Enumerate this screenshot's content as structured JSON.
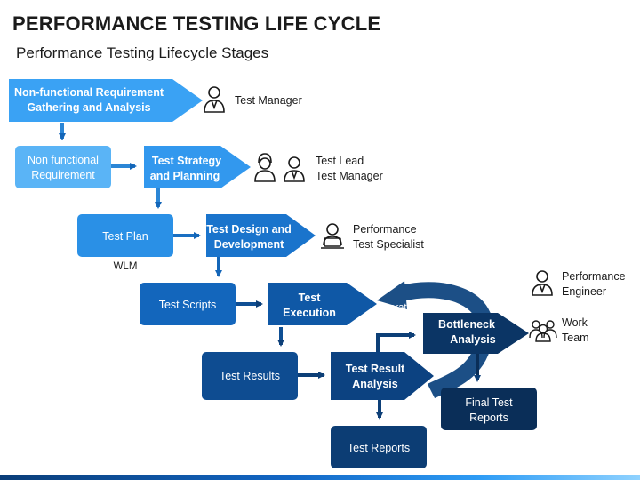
{
  "title": "PERFORMANCE TESTING LIFE CYCLE",
  "subtitle": "Performance Testing Lifecycle Stages",
  "colors": {
    "light": "#3fa4f5",
    "lighter": "#5bb4f5",
    "mid": "#1a7ad0",
    "dark": "#0c4d92",
    "darker": "#0b3b6e",
    "navy": "#0a2e58"
  },
  "nodes": {
    "req_gathering": [
      "Non-functional Requirement",
      "Gathering and Analysis"
    ],
    "nf_requirement": [
      "Non functional",
      "Requirement"
    ],
    "test_strategy": [
      "Test Strategy",
      "and Planning"
    ],
    "test_plan": [
      "Test Plan"
    ],
    "test_design": [
      "Test Design and",
      "Development"
    ],
    "test_scripts": [
      "Test Scripts"
    ],
    "test_execution": [
      "Test",
      "Execution"
    ],
    "test_results": [
      "Test Results"
    ],
    "test_result_analysis": [
      "Test Result",
      "Analysis"
    ],
    "bottleneck": [
      "Bottleneck",
      "Analysis"
    ],
    "test_reports": [
      "Test Reports"
    ],
    "final_reports": [
      "Final Test",
      "Reports"
    ]
  },
  "labels": {
    "wlm": "WLM",
    "iterations": "Iterations"
  },
  "roles": {
    "r1": [
      "Test Manager"
    ],
    "r2": [
      "Test Lead",
      "Test Manager"
    ],
    "r3": [
      "Performance",
      "Test Specialist"
    ],
    "r4": [
      "Performance",
      "Engineer"
    ],
    "r5": [
      "Work",
      "Team"
    ]
  }
}
